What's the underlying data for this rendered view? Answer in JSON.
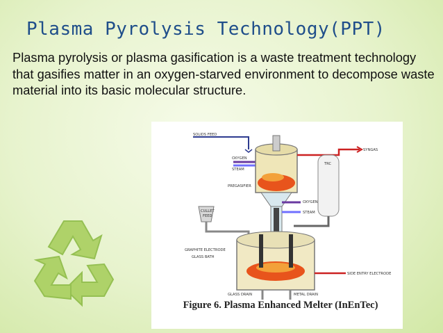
{
  "slide": {
    "title": "Plasma Pyrolysis Technology(PPT)",
    "body": "Plasma pyrolysis or plasma gasification is a waste treatment technology that gasifies matter in an oxygen-starved environment to decompose waste material into its basic molecular structure."
  },
  "figure": {
    "caption": "Figure 6. Plasma Enhanced Melter (InEnTec)",
    "labels": {
      "solids_feed": "SOLIDS FEED",
      "oxygen_top": "OXYGEN",
      "steam_top": "STEAM",
      "pregasifier": "PREGASIFIER",
      "syngas": "SYNGAS",
      "trc": "TRC",
      "cullet_feed_1": "CULLET",
      "cullet_feed_2": "FEED",
      "oxygen_right": "OXYGEN",
      "steam_right": "STEAM",
      "graphite_electrode": "GRAPHITE ELECTRODE",
      "glass_bath": "GLASS BATH",
      "side_entry_electrode": "SIDE ENTRY ELECTRODE",
      "glass_drain": "GLASS DRAIN",
      "metal_drain": "METAL DRAIN"
    }
  },
  "icons": {
    "recycle": "recycle-icon"
  },
  "colors": {
    "title": "#1f4e8a",
    "recycle_light": "#a9cf5f",
    "recycle_dark": "#7fae34",
    "molten": "#e8541c"
  }
}
